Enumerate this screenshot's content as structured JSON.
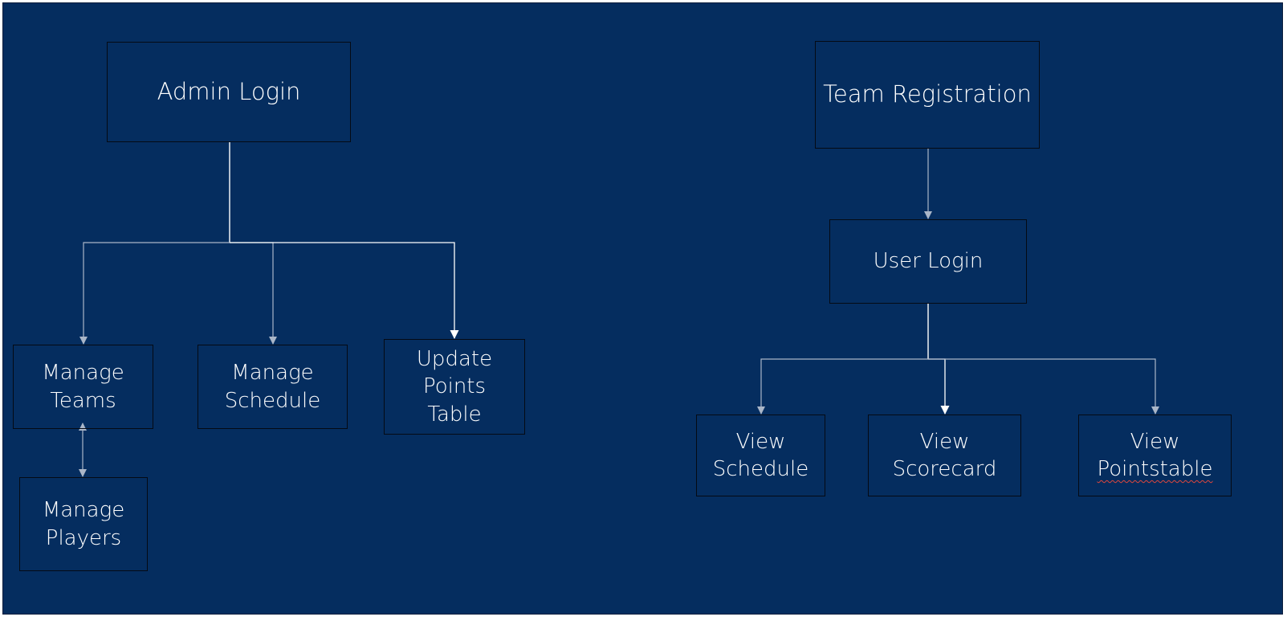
{
  "colors": {
    "background": "#052d5f",
    "box_border": "#050a14",
    "connector": "#aab6c8",
    "text": "#ffffff",
    "spellcheck_underline": "#e0463c"
  },
  "admin": {
    "root": "Admin Login",
    "manage_teams": "Manage\nTeams",
    "manage_schedule": "Manage\nSchedule",
    "update_points_table": "Update\nPoints\nTable",
    "manage_players": "Manage\nPlayers"
  },
  "user": {
    "team_registration": "Team Registration",
    "user_login": "User Login",
    "view_schedule": "View\nSchedule",
    "view_scorecard": "View\nScorecard",
    "view_pointstable_line1": "View",
    "view_pointstable_line2": "Pointstable"
  }
}
